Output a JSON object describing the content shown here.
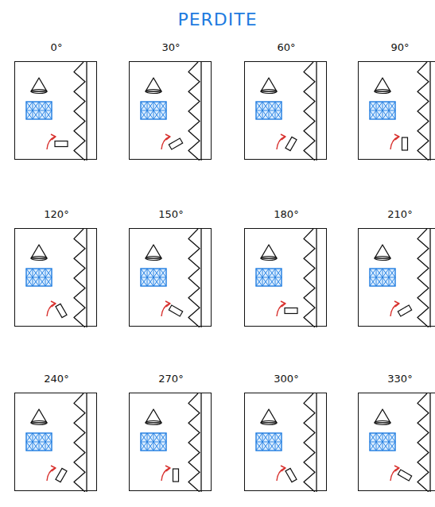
{
  "diagram": {
    "title": "PERDITE",
    "nodes": [
      {
        "text": [
          "0°"
        ]
      },
      {
        "text": [
          "30°"
        ]
      },
      {
        "text": [
          "60°"
        ]
      },
      {
        "text": [
          "90°"
        ]
      },
      {
        "text": [
          "120°"
        ]
      },
      {
        "text": [
          "150°"
        ]
      },
      {
        "text": [
          "180°"
        ]
      },
      {
        "text": [
          "210°"
        ]
      },
      {
        "text": [
          "240°"
        ]
      },
      {
        "text": [
          "270°"
        ]
      },
      {
        "text": [
          "300°"
        ]
      },
      {
        "text": [
          "330°"
        ]
      }
    ]
  }
}
